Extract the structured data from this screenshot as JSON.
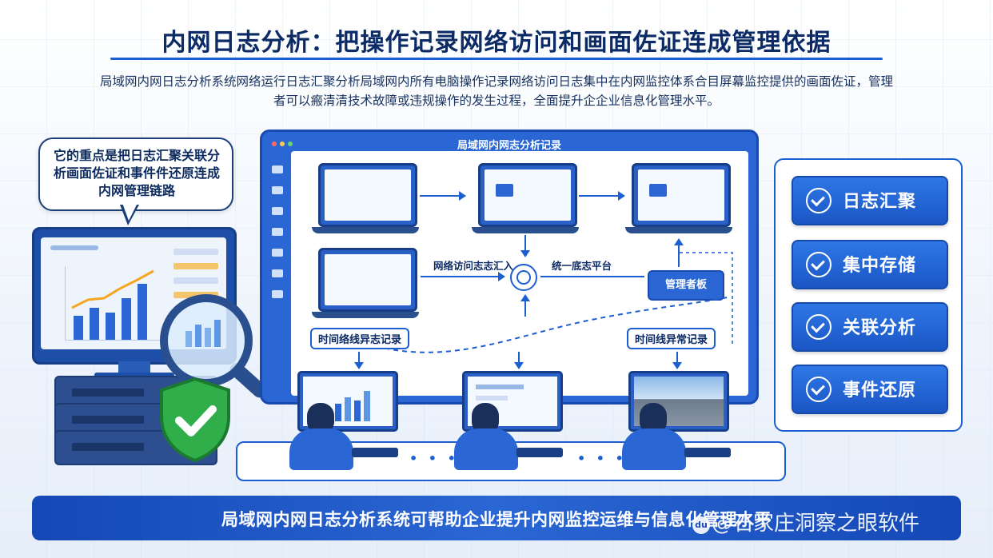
{
  "title": "内网日志分析：把操作记录网络访问和画面佐证连成管理依据",
  "subtitle": "局域网内网日志分析系统网络运行日志汇聚分析局域网内所有电脑操作记录网络访问日志集中在内网监控体系合目屏幕监控提供的画面佐证，管理者可以瘢清清技术故障或违规操作的发生过程，全面提升企企业信息化管理水平。",
  "bubble": "它的重点是把日志汇聚关联分析画面佐证和事件件还原连成内网管理链路",
  "window_title": "局域网内网志分析记录",
  "flow": {
    "label_left": "网络访问志志汇入",
    "label_right": "统一底志平台",
    "manager": "管理者板",
    "tag_left": "时间络线异志记录",
    "tag_right": "时间线异常记录"
  },
  "right_panel": [
    {
      "label": "日志汇聚",
      "icon": "shield-check-icon"
    },
    {
      "label": "集中存储",
      "icon": "storage-icon"
    },
    {
      "label": "关联分析",
      "icon": "analysis-icon"
    },
    {
      "label": "事件还原",
      "icon": "restore-icon"
    }
  ],
  "footer": "局域网内网日志分析系统可帮助企业提升内网监控运维与信息化管理水平",
  "watermark": "@石家庄洞察之眼软件",
  "watermark_logo": "du",
  "dots": "• • •",
  "colors": {
    "primary": "#2a67d4",
    "dark": "#0b2a66",
    "shield": "#2fae4a"
  }
}
